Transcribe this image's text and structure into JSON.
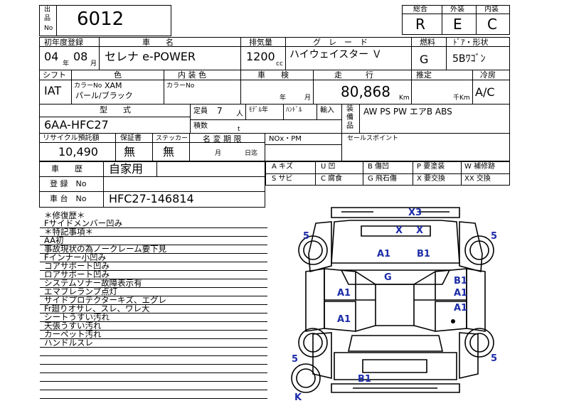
{
  "lot": {
    "label_1": "出",
    "label_2": "品",
    "label_3": "No",
    "number": "6012"
  },
  "grades": {
    "h_overall": "総合",
    "h_exterior": "外装",
    "h_interior": "内装",
    "overall": "R",
    "exterior": "E",
    "interior": "C"
  },
  "row1": {
    "h_first_reg": "初年度登録",
    "h_car_name": "車　　名",
    "h_displacement": "排気量",
    "h_grade": "グ　レ　ー　ド",
    "h_fuel": "燃料",
    "h_body": "ﾄﾞｱ・形状",
    "reg_year": "04",
    "reg_year_unit": "年",
    "reg_month": "08",
    "reg_month_unit": "月",
    "car_name": "セレナ e-POWER",
    "displacement": "1200",
    "displacement_unit": "cc",
    "grade": "ハイウェイスター Ｖ",
    "fuel": "G",
    "body": "5Bﾜｺﾞﾝ"
  },
  "row2": {
    "h_shift": "シフト",
    "h_color": "色",
    "h_interior_color": "内 装 色",
    "h_inspection": "車　　検",
    "h_mileage": "走　　　行",
    "h_estimated": "推定",
    "h_ac": "冷房",
    "shift": "IAT",
    "color_no_label": "カラーNo",
    "color_no": "XAM",
    "color_name": "パール/ブラック",
    "int_color_no_label": "カラーNo",
    "insp_year_unit": "年",
    "insp_month_unit": "月",
    "mileage": "80,868",
    "mileage_unit": "Km",
    "est_unit": "千Km",
    "ac": "A/C"
  },
  "row3": {
    "h_model": "型　　式",
    "model": "6AA-HFC27",
    "h_capacity": "定員",
    "capacity": "7",
    "capacity_unit": "人",
    "h_load": "積数",
    "load_unit": "t",
    "h_model_spec": "ﾓﾃﾞﾙ年",
    "h_handle": "ﾊﾝﾄﾞﾙ",
    "h_import": "輸入",
    "h_equipment_1": "装",
    "h_equipment_2": "備",
    "h_equipment_3": "品",
    "equipment": "AW PS PW エアB ABS"
  },
  "row4": {
    "h_recycle": "リサイクル預託額",
    "recycle": "10,490",
    "h_warranty": "保証書",
    "warranty": "無",
    "h_sticker": "ステッカー",
    "sticker": "無",
    "h_name_change": "名 変 期 限",
    "nc_month_unit": "月",
    "nc_day_unit": "日迄",
    "h_nox": "NOx・PM",
    "h_selling_point": "セールスポイント"
  },
  "history": {
    "h_history": "車　　歴",
    "history": "自家用",
    "h_reg_no": "登 録　No",
    "h_chassis": "車 台　No",
    "chassis": "HFC27-146814"
  },
  "legend": [
    "A キズ",
    "U 凹",
    "B 傷凹",
    "P 要塗装",
    "W 補修跡",
    "S サビ",
    "C 腐食",
    "G 飛石傷",
    "X 要交換",
    "XX 交換"
  ],
  "notes": {
    "repair_header": "＊修復歴＊",
    "repair_items": [
      "Fサイドメンバー凹み"
    ],
    "special_header": "＊特記事項＊",
    "special_items": [
      "AA初",
      "事故現状の為ノークレーム要下見",
      "Fインナー小凹み",
      "コアサポート凹み",
      "ロアサポート凹み",
      "システムソナー故障表示有",
      "エマブレランプ点灯",
      "サイドプロテクターキズ、エグレ",
      "Fr廻りオサレ、スレ、ワレ大",
      "シートうすい汚れ",
      "天張うすい汚れ",
      "カーペット汚れ",
      "ハンドルスレ"
    ]
  },
  "diagram_marks": {
    "top_bumper": "X3",
    "hood_left": "X",
    "hood_right": "X",
    "tire_fl": "5",
    "tire_fr": "5",
    "fender_left": "A1",
    "fender_right": "B1",
    "windshield": "G",
    "door_fl": "A1",
    "door_rl": "A1",
    "right_b1": "B1",
    "right_a1a": "A1",
    "right_a1b": "A1",
    "tire_rr": "5",
    "tire_spare": "5",
    "rear_bumper": "B1",
    "spare_label": "K",
    "color": "#1c2ca8"
  }
}
